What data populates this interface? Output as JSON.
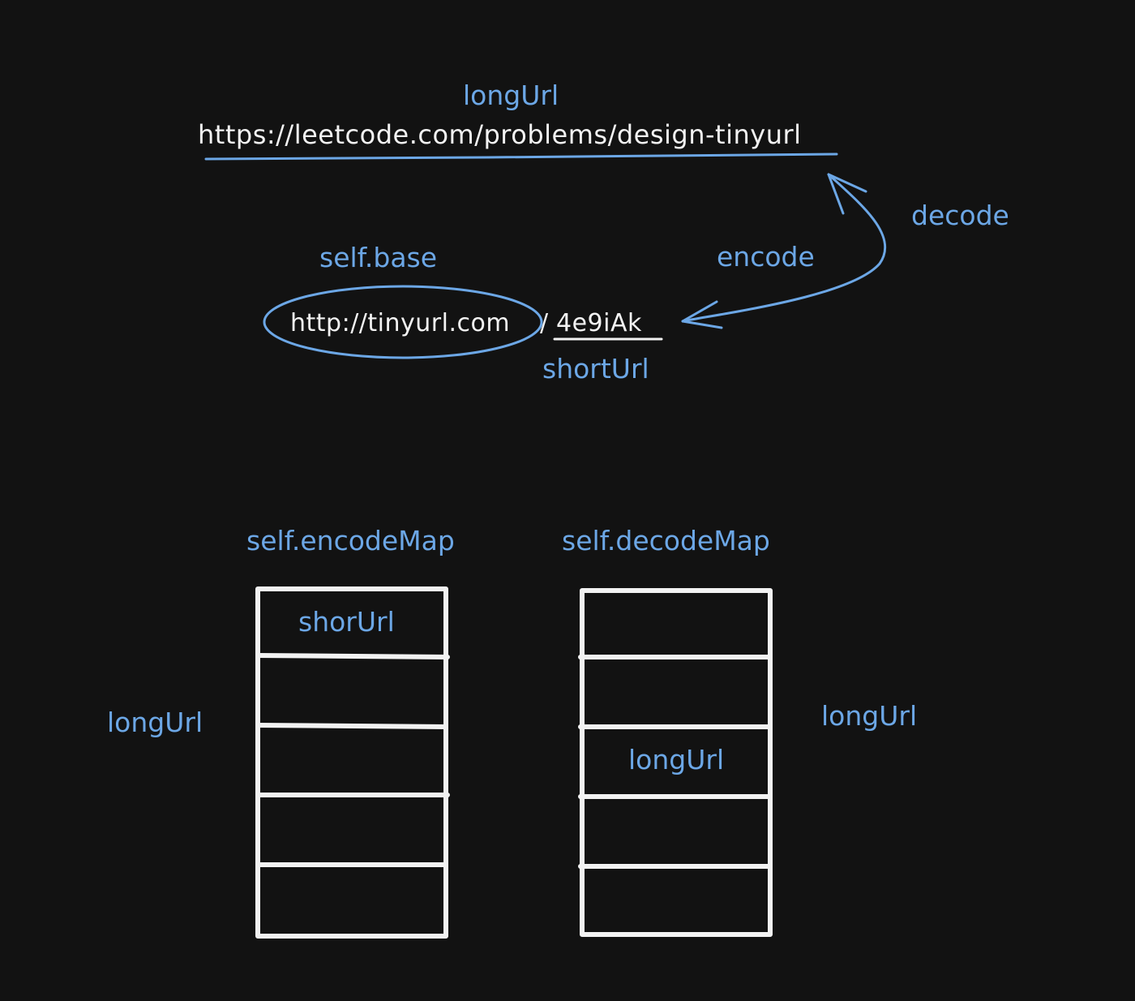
{
  "colors": {
    "background": "#121212",
    "accent": "#6ca7e6",
    "ink": "#f2f2f2"
  },
  "top": {
    "long_url_label": "longUrl",
    "long_url": "https://leetcode.com/problems/design-tinyurl"
  },
  "flow": {
    "decode_label": "decode",
    "encode_label": "encode"
  },
  "short": {
    "base_label": "self.base",
    "base_part": "http://tinyurl.com",
    "slash": "/",
    "code": "4e9iAk",
    "short_url_label": "shortUrl"
  },
  "encode_map": {
    "title": "self.encodeMap",
    "side_label": "longUrl",
    "cells": [
      "shorUrl",
      "",
      "",
      "",
      ""
    ]
  },
  "decode_map": {
    "title": "self.decodeMap",
    "side_label": "longUrl",
    "cells": [
      "",
      "",
      "longUrl",
      "",
      ""
    ]
  }
}
